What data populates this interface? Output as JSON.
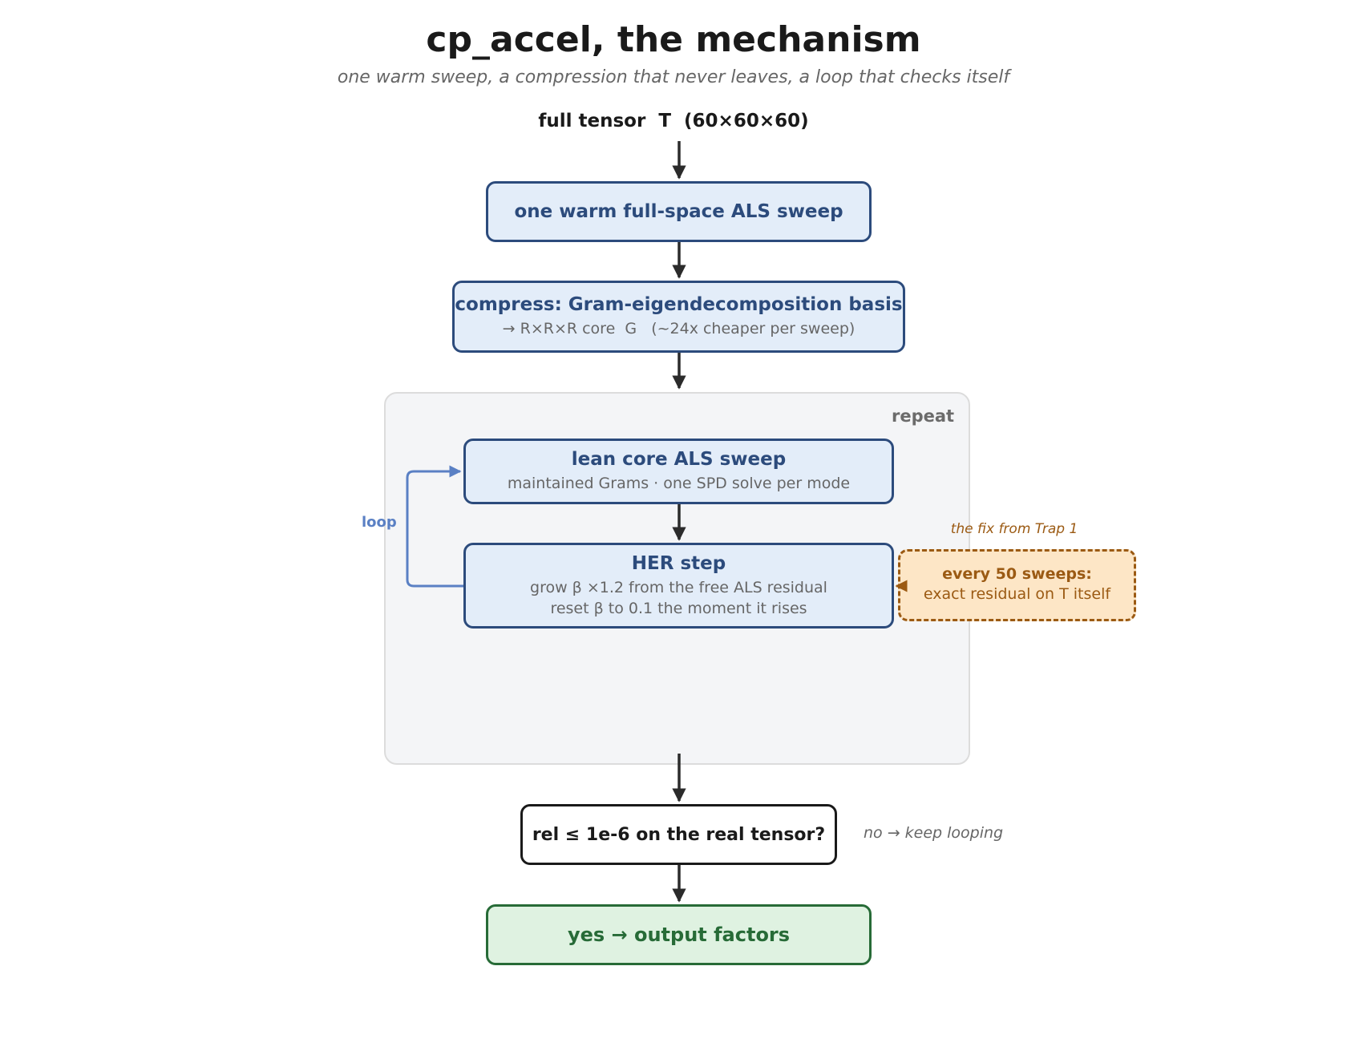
{
  "title": "cp_accel, the mechanism",
  "subtitle": "one warm sweep, a compression that never leaves, a loop that checks itself",
  "input_label": "full tensor  T  (60×60×60)",
  "nodes": {
    "warm_sweep": {
      "title": "one warm full-space ALS sweep"
    },
    "compress": {
      "title": "compress: Gram-eigendecomposition basis",
      "sub": "→ R×R×R core  G   (~24x cheaper per sweep)"
    },
    "lean_core": {
      "title": "lean core ALS sweep",
      "sub": "maintained Grams · one SPD solve per mode"
    },
    "her_step": {
      "title": "HER step",
      "sub1": "grow β ×1.2 from the free ALS residual",
      "sub2": "reset β to 0.1 the moment it rises"
    },
    "exact_check": {
      "title": "every 50 sweeps:",
      "sub": "exact residual on T itself",
      "note": "the fix from Trap 1"
    },
    "decision": {
      "title": "rel ≤ 1e-6 on the real tensor?",
      "no_label": "no → keep looping"
    },
    "output": {
      "title": "yes → output factors"
    }
  },
  "loop": {
    "repeat_label": "repeat",
    "loop_label": "loop"
  },
  "colors": {
    "process_fill": "#e3edf9",
    "process_border": "#2c4b7c",
    "check_fill": "#fde6c6",
    "check_border": "#9b5a13",
    "output_fill": "#dff2e1",
    "output_border": "#276b37",
    "loop_arrow": "#5a80c4",
    "arrow": "#2b2b2b"
  }
}
